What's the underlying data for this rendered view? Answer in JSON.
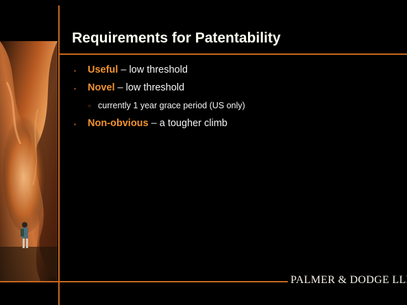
{
  "slide": {
    "title": "Requirements for Patentability",
    "bullets": [
      {
        "term": "Useful",
        "rest": " – low threshold"
      },
      {
        "term": "Novel",
        "rest": " – low threshold"
      },
      {
        "term": "Non-obvious",
        "rest": " – a tougher climb"
      }
    ],
    "sub_bullet": "currently 1 year grace period (US only)",
    "logo_text": "PALMER & DODGE LLP"
  },
  "colors": {
    "accent": "#c8691f",
    "term": "#f29330",
    "text": "#f5f5f5",
    "background": "#000000"
  }
}
